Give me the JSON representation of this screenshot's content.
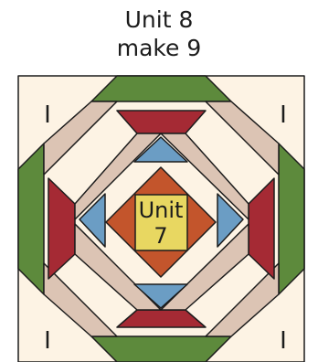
{
  "title_line1": "Unit 8",
  "title_line2": "make 9",
  "center_label_line1": "Unit",
  "center_label_line2": "7",
  "corner_labels": [
    "I",
    "I",
    "I",
    "I"
  ],
  "colors": {
    "background": "#fdf3e4",
    "outline": "#1c1c1c",
    "green": "#5d8a3c",
    "red": "#a52a34",
    "tan": "#dcc4b4",
    "blue": "#6b9dc4",
    "orange": "#c3552c",
    "yellow": "#e8d761"
  }
}
